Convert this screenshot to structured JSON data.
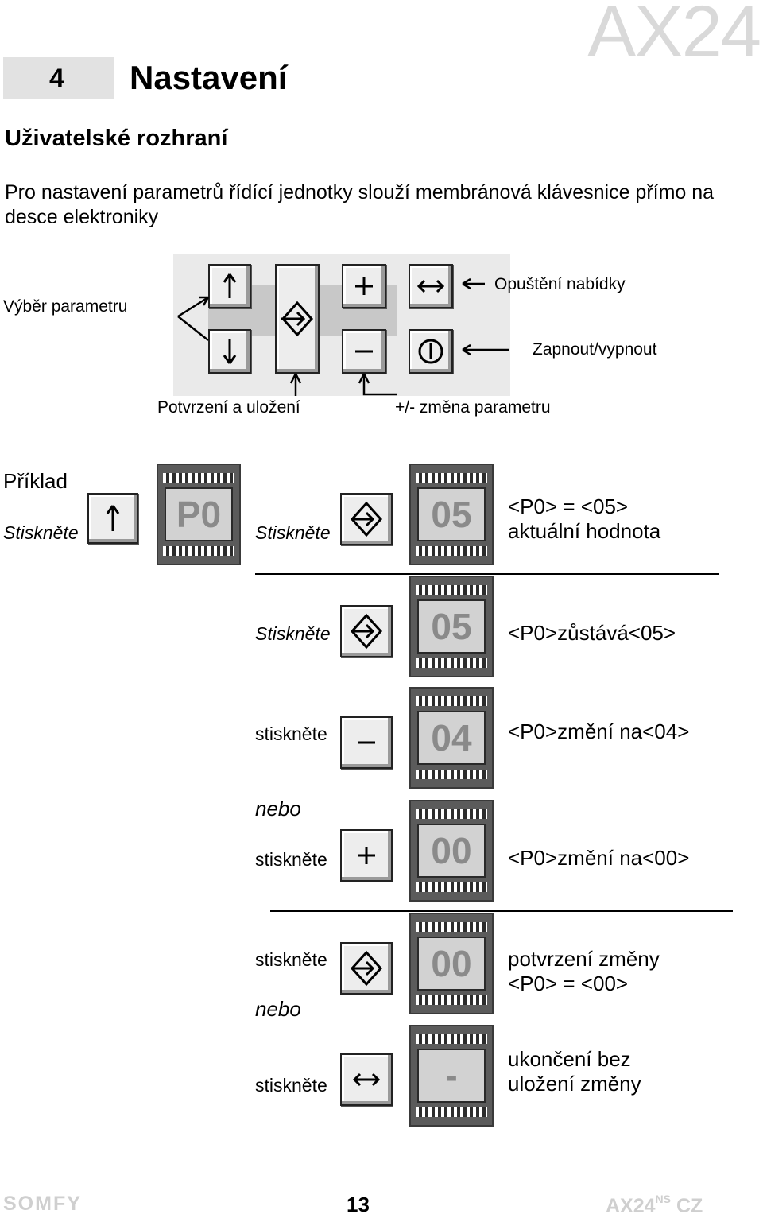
{
  "header": {
    "watermark": "AX24",
    "chapter_number": "4",
    "chapter_title": "Nastavení"
  },
  "section_title": "Uživatelské rozhraní",
  "intro": "Pro nastavení parametrů řídící jednotky slouží membránová klávesnice přímo na desce elektroniky",
  "keypad": {
    "label_select": "Výběr parametru",
    "label_exit": "Opuštění nabídky",
    "label_power": "Zapnout/vypnout",
    "label_confirm": "Potvrzení a uložení",
    "label_change": "+/- změna parametru"
  },
  "example": {
    "title": "Příklad",
    "press1": "Stiskněte",
    "display_p0": "P0",
    "press2": "Stiskněte",
    "display_05a": "05",
    "result1_line1": "<P0> = <05>",
    "result1_line2": "aktuální hodnota",
    "press3": "Stiskněte",
    "display_05b": "05",
    "result2": "<P0>zůstává<05>",
    "press4": "stiskněte",
    "display_04": "04",
    "result3": "<P0>změní na<04>",
    "or1": "nebo",
    "press5": "stiskněte",
    "display_00a": "00",
    "result4": "<P0>změní na<00>",
    "press6": "stiskněte",
    "display_00b": "00",
    "result5_line1": "potvrzení změny",
    "result5_line2": "<P0> = <00>",
    "or2": "nebo",
    "press7": "stiskněte",
    "display_dash": "-",
    "result6_line1": "ukončení bez",
    "result6_line2": "uložení změny"
  },
  "footer": {
    "brand": "SOMFY",
    "page": "13",
    "model": "AX24",
    "model_sup": "NS",
    "lang": "CZ"
  },
  "icons": [
    "arrow-up-icon",
    "arrow-down-icon",
    "enter-icon",
    "plus-icon",
    "minus-icon",
    "exit-arrows-icon",
    "power-icon"
  ]
}
